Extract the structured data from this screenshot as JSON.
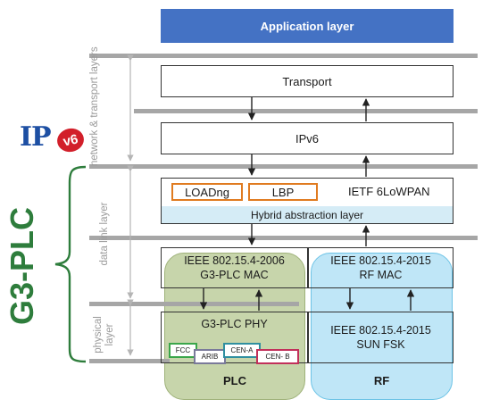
{
  "app_layer": {
    "label": "Application layer"
  },
  "transport": {
    "label": "Transport"
  },
  "ipv6": {
    "label": "IPv6"
  },
  "ip_logo": {
    "text_ip": "IP",
    "text_v6": "v6"
  },
  "g3_logo": {
    "text": "G3-PLC"
  },
  "side_labels": {
    "network": "network & transport layers",
    "datalink": "data link layer",
    "physical": "physical layer"
  },
  "dll": {
    "loadng": "LOADng",
    "lbp": "LBP",
    "ietf": "IETF 6LoWPAN",
    "hybrid": "Hybrid abstraction layer"
  },
  "plc_mac": {
    "line1": "IEEE 802.15.4-2006",
    "line2": "G3-PLC MAC"
  },
  "rf_mac": {
    "line1": "IEEE 802.15.4-2015",
    "line2": "RF MAC"
  },
  "plc_phy": {
    "label": "G3-PLC PHY"
  },
  "rf_phy": {
    "line1": "IEEE 802.15.4-2015",
    "line2": "SUN FSK"
  },
  "bands": {
    "fcc": "FCC",
    "arib": "ARIB",
    "cena": "CEN-A",
    "cenb": "CEN- B"
  },
  "plc_label": "PLC",
  "rf_label": "RF",
  "colors": {
    "app_blue": "#4472c4",
    "plc_green": "#c7d5ab",
    "rf_blue": "#bfe6f7",
    "hybrid_blue": "#d5ecf6",
    "g3_green": "#2e7d3c",
    "accent_orange": "#e07b20"
  }
}
